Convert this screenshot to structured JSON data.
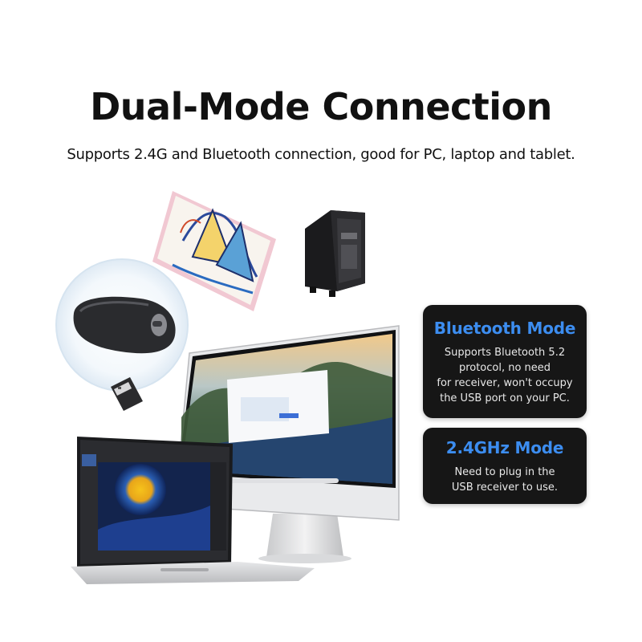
{
  "header": {
    "title": "Dual-Mode Connection",
    "subtitle": "Supports 2.4G and Bluetooth connection, good for PC, laptop and tablet."
  },
  "modes": [
    {
      "title": "Bluetooth Mode",
      "description_lines": [
        "Supports Bluetooth 5.2",
        "protocol, no need",
        "for receiver, won't occupy",
        "the USB port on your PC."
      ]
    },
    {
      "title": "2.4GHz Mode",
      "description_lines": [
        "Need to plug in the",
        "USB receiver to use."
      ]
    }
  ],
  "colors": {
    "accent": "#3c8df0",
    "card_bg": "#161616",
    "title_text": "#111111"
  },
  "devices": [
    "tablet-image",
    "desktop-tower-image",
    "wireless-mouse-image",
    "usb-receiver-image",
    "monitor-image",
    "laptop-image"
  ]
}
